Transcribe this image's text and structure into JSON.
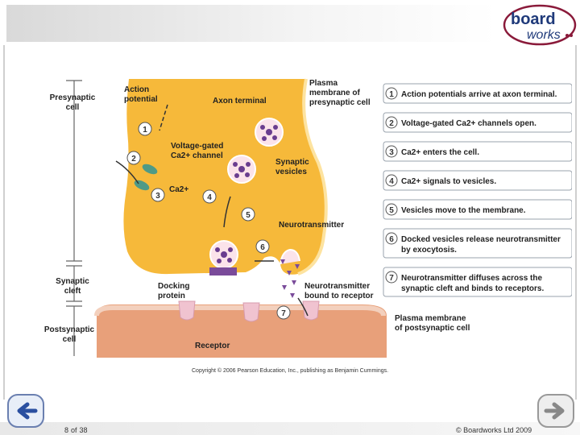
{
  "logo": {
    "word1": "board",
    "word2": "works"
  },
  "labels": {
    "presynaptic_cell": [
      "Presynaptic",
      "cell"
    ],
    "synaptic_cleft": [
      "Synaptic",
      "cleft"
    ],
    "postsynaptic_cell": [
      "Postsynaptic",
      "cell"
    ],
    "action_potential": [
      "Action",
      "potential"
    ],
    "axon_terminal": "Axon terminal",
    "plasma_membrane_pre": [
      "Plasma",
      "membrane of",
      "presynaptic cell"
    ],
    "voltage_gated": [
      "Voltage-gated",
      "Ca2+ channel"
    ],
    "ca2": "Ca2+",
    "synaptic_vesicles": [
      "Synaptic",
      "vesicles"
    ],
    "neurotransmitter": "Neurotransmitter",
    "docking_protein": [
      "Docking",
      "protein"
    ],
    "nt_bound": [
      "Neurotransmitter",
      "bound to receptor"
    ],
    "receptor": "Receptor",
    "plasma_membrane_post": [
      "Plasma membrane",
      "of postsynaptic cell"
    ]
  },
  "step_numbers": [
    "1",
    "2",
    "3",
    "4",
    "5",
    "6",
    "7"
  ],
  "steps": [
    {
      "num": "1",
      "lines": [
        "Action potentials arrive at axon terminal."
      ]
    },
    {
      "num": "2",
      "lines": [
        "Voltage-gated Ca2+ channels open."
      ]
    },
    {
      "num": "3",
      "lines": [
        "Ca2+ enters the cell."
      ]
    },
    {
      "num": "4",
      "lines": [
        "Ca2+ signals to vesicles."
      ]
    },
    {
      "num": "5",
      "lines": [
        "Vesicles move to the membrane."
      ]
    },
    {
      "num": "6",
      "lines": [
        "Docked vesicles release neurotransmitter",
        "by exocytosis."
      ]
    },
    {
      "num": "7",
      "lines": [
        "Neurotransmitter diffuses across the",
        "synaptic cleft and binds to receptors."
      ]
    }
  ],
  "copyright": "Copyright © 2006 Pearson Education, Inc., publishing as Benjamin Cummings.",
  "footer": {
    "page_current": "8",
    "page_of": "of",
    "page_total": "38",
    "credit": "© Boardworks Ltd 2009"
  },
  "colors": {
    "axon": "#f6b93a",
    "axon_light": "#fde3a0",
    "post": "#e8a07a",
    "vesicle": "#6a3d8f",
    "receptor": "#f0c3d0",
    "accent": "#2a4fa0"
  }
}
